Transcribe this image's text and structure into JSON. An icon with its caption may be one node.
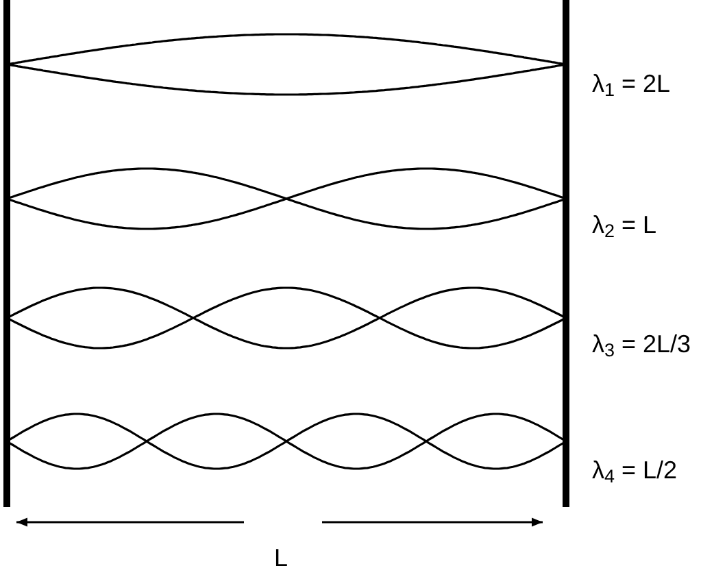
{
  "diagram": {
    "labels": [
      "λ$_{1}$ = 2L",
      "λ$_{2}$ = L",
      "λ$_{3}$ = 2L/3",
      "λ$_{4}$ = L/2",
      "L"
    ]
  }
}
